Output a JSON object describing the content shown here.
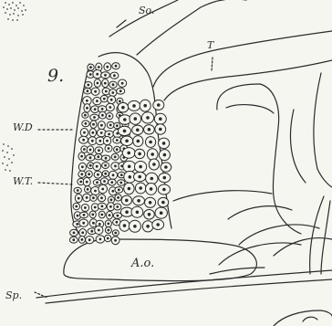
{
  "figure": {
    "number": "9.",
    "labels": {
      "so": "So.",
      "t": "T",
      "wd": "W.D",
      "wt": "W.T.",
      "ao": "A.o.",
      "sp": "Sp."
    }
  },
  "colors": {
    "paper": "#f6f6f1",
    "ink": "#2a2a2a"
  }
}
